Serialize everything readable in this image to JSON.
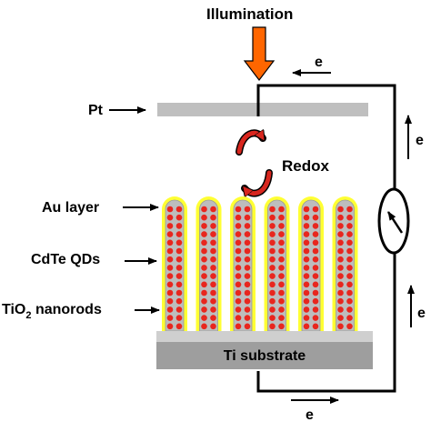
{
  "labels": {
    "illumination": "Illumination",
    "pt": "Pt",
    "redox": "Redox",
    "au_layer": "Au  layer",
    "cdte_qds": "CdTe QDs",
    "tio2_main": "TiO",
    "tio2_sub": "2",
    "tio2_rest": " nanorods",
    "ti_substrate": "Ti substrate",
    "electron": "e"
  },
  "colors": {
    "illumination_arrow": "#ff6600",
    "au_glow": "#ffff33",
    "nanorod": "#bdbdbd",
    "quantum_dot": "#e8261e",
    "redox_arrow": "#d8261e",
    "pt_electrode": "#bfbfbf",
    "ti_substrate": "#9e9e9e",
    "wire": "#000000"
  },
  "nanorods": {
    "count": 6,
    "dots_per_row": 2
  },
  "icons": [
    "downward-arrow-icon",
    "redox-cycle-icon",
    "meter-icon"
  ]
}
